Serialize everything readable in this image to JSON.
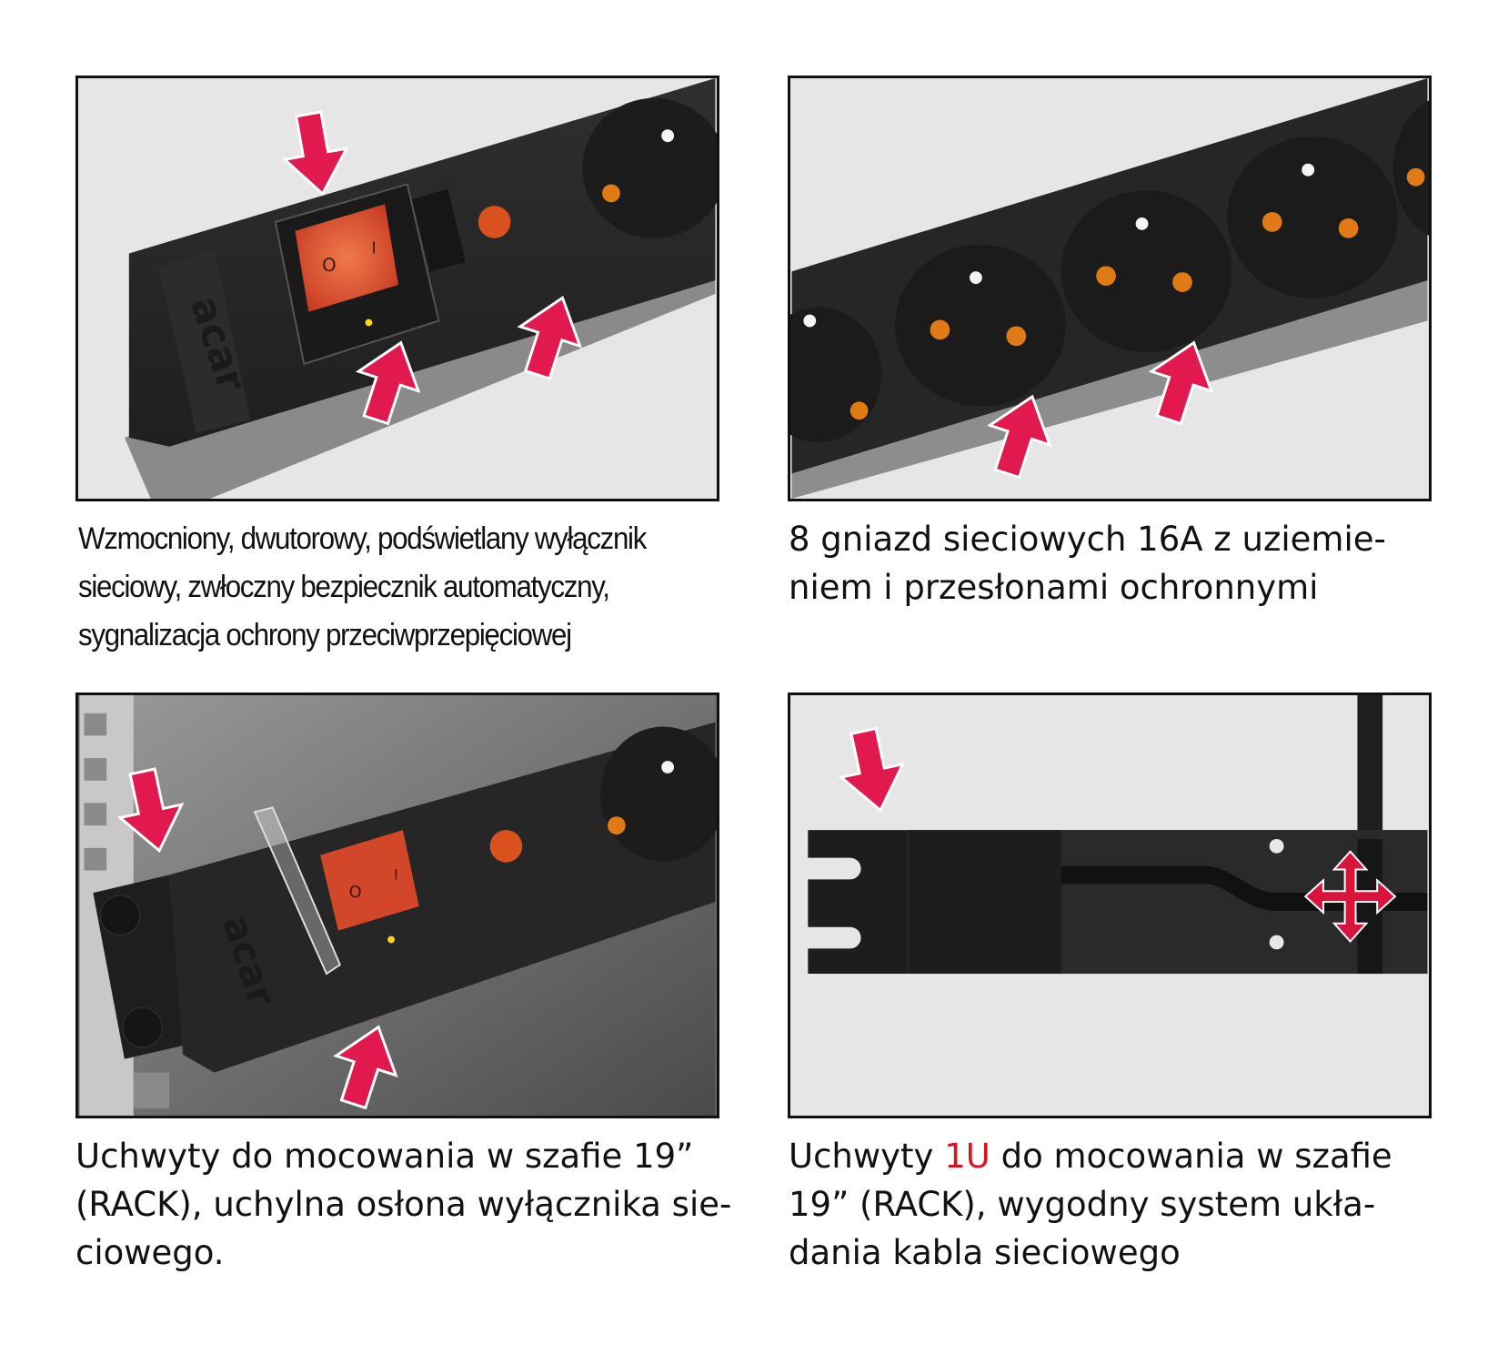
{
  "panels": [
    {
      "id": "switch-detail",
      "caption_lines": [
        "Wzmocniony, dwutorowy, podświetlany wyłącznik",
        "sieciowy,  zwłoczny  bezpiecznik  automatyczny,",
        "sygnalizacja ochrony przeciwprzepięciowej"
      ],
      "switch_symbols": [
        "O",
        "I"
      ],
      "logo": "acar"
    },
    {
      "id": "sockets-detail",
      "caption_lines": [
        "8  gniazd  sieciowych  16A  z   uziemie-",
        "niem i przesłonami ochronnymi"
      ]
    },
    {
      "id": "rack-mount-detail",
      "caption_lines": [
        "Uchwyty  do  mocowania  w   szafie  19”",
        "(RACK), uchylna osłona wyłącznika sie-",
        "ciowego."
      ],
      "switch_symbols": [
        "O",
        "I"
      ],
      "logo": "acar"
    },
    {
      "id": "cable-routing-detail",
      "caption_parts": {
        "before": "Uchwyty ",
        "highlight": "1U",
        "after": " do  mocowania  w   szafie"
      },
      "caption_lines": [
        " 19”   (RACK),  wygodny  system  ukła-",
        "dania  kabla  sieciowego"
      ]
    }
  ],
  "colors": {
    "arrow": "#e2194f",
    "arrow_outline": "#ffffff",
    "highlight_text": "#d9141e",
    "panel_bg": "#e6e6e6",
    "device_body": "#262626",
    "switch_glow": "#e8452c",
    "socket_pin": "#e07a14"
  },
  "icons": [
    "arrow-down-icon",
    "arrow-up-icon",
    "move-arrows-icon"
  ]
}
